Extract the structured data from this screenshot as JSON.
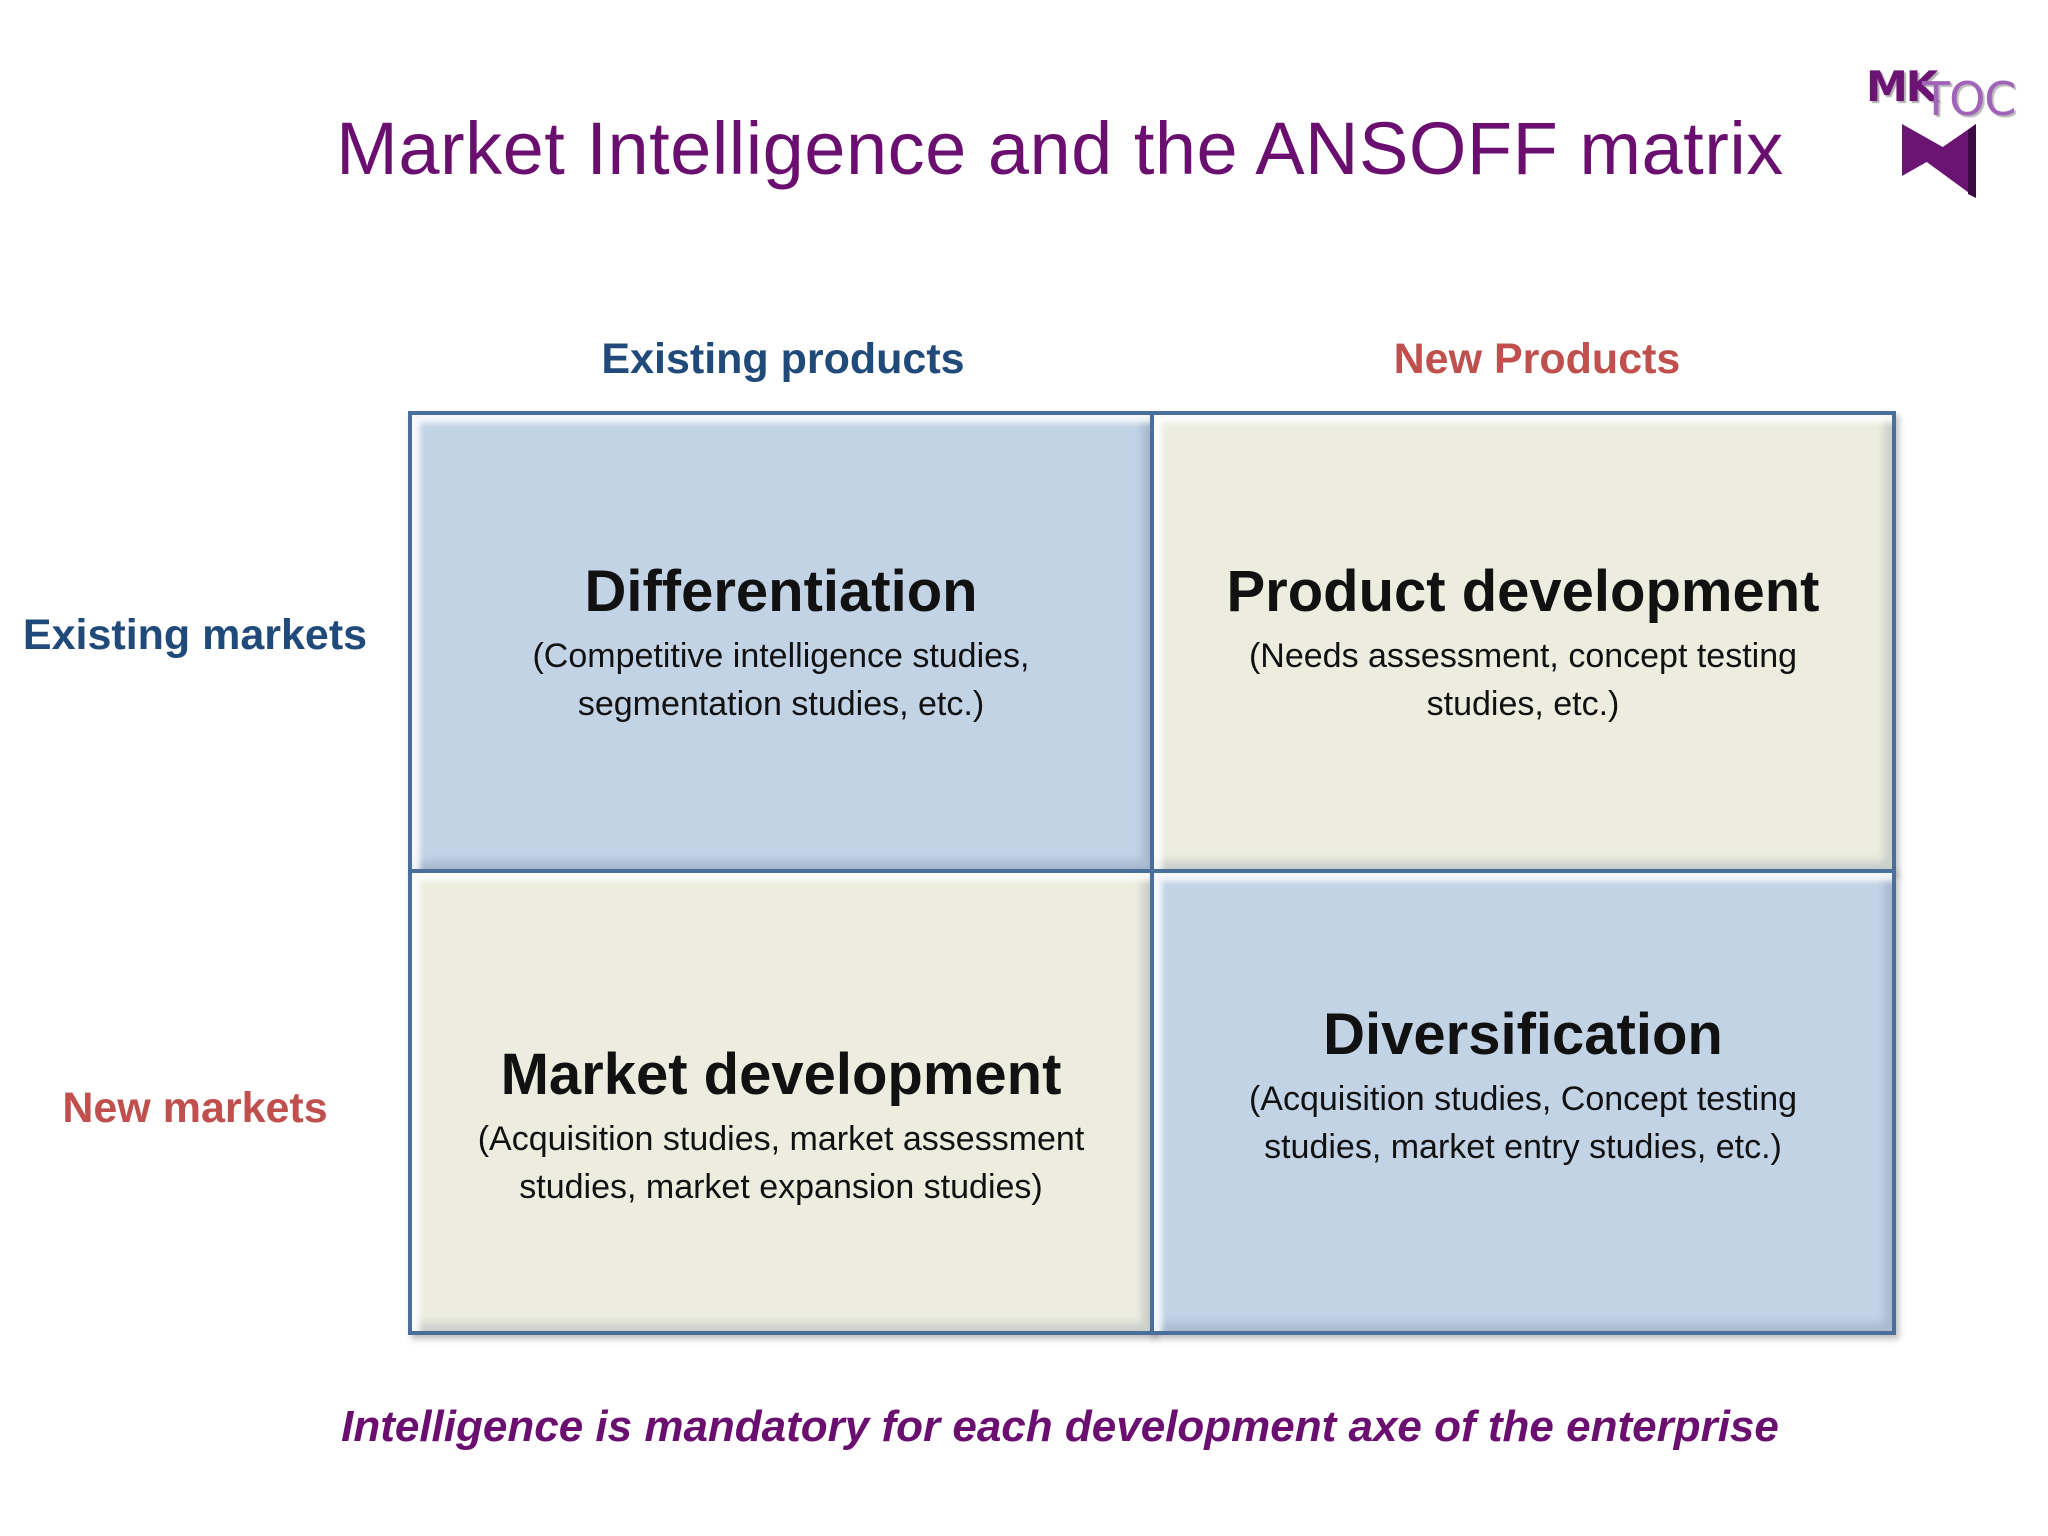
{
  "title": "Market Intelligence and the ANSOFF matrix",
  "logo": {
    "text_left": "MK",
    "text_right": "TOC",
    "icon": "mktoc-logo-icon",
    "colors": {
      "primary": "#6b1473",
      "secondary": "#a063b8"
    }
  },
  "columns": {
    "existing_products": "Existing products",
    "new_products": "New Products"
  },
  "rows": {
    "existing_markets": "Existing markets",
    "new_markets": "New markets"
  },
  "cells": [
    {
      "title": "Differentiation",
      "description": "(Competitive intelligence studies, segmentation studies, etc.)"
    },
    {
      "title": "Product development",
      "description": "(Needs assessment, concept testing studies, etc.)"
    },
    {
      "title": "Market development",
      "description": "(Acquisition studies, market assessment studies, market expansion studies)"
    },
    {
      "title": "Diversification",
      "description": "(Acquisition studies, Concept testing studies, market entry studies, etc.)"
    }
  ],
  "footer": "Intelligence is mandatory for each development axe of the enterprise",
  "colors": {
    "title": "#6a0f6f",
    "existing_label": "#204a7a",
    "new_label": "#c0504d",
    "cell_blue": "#c2d3e6",
    "cell_cream": "#eceddf",
    "border": "#4a6f9a"
  }
}
